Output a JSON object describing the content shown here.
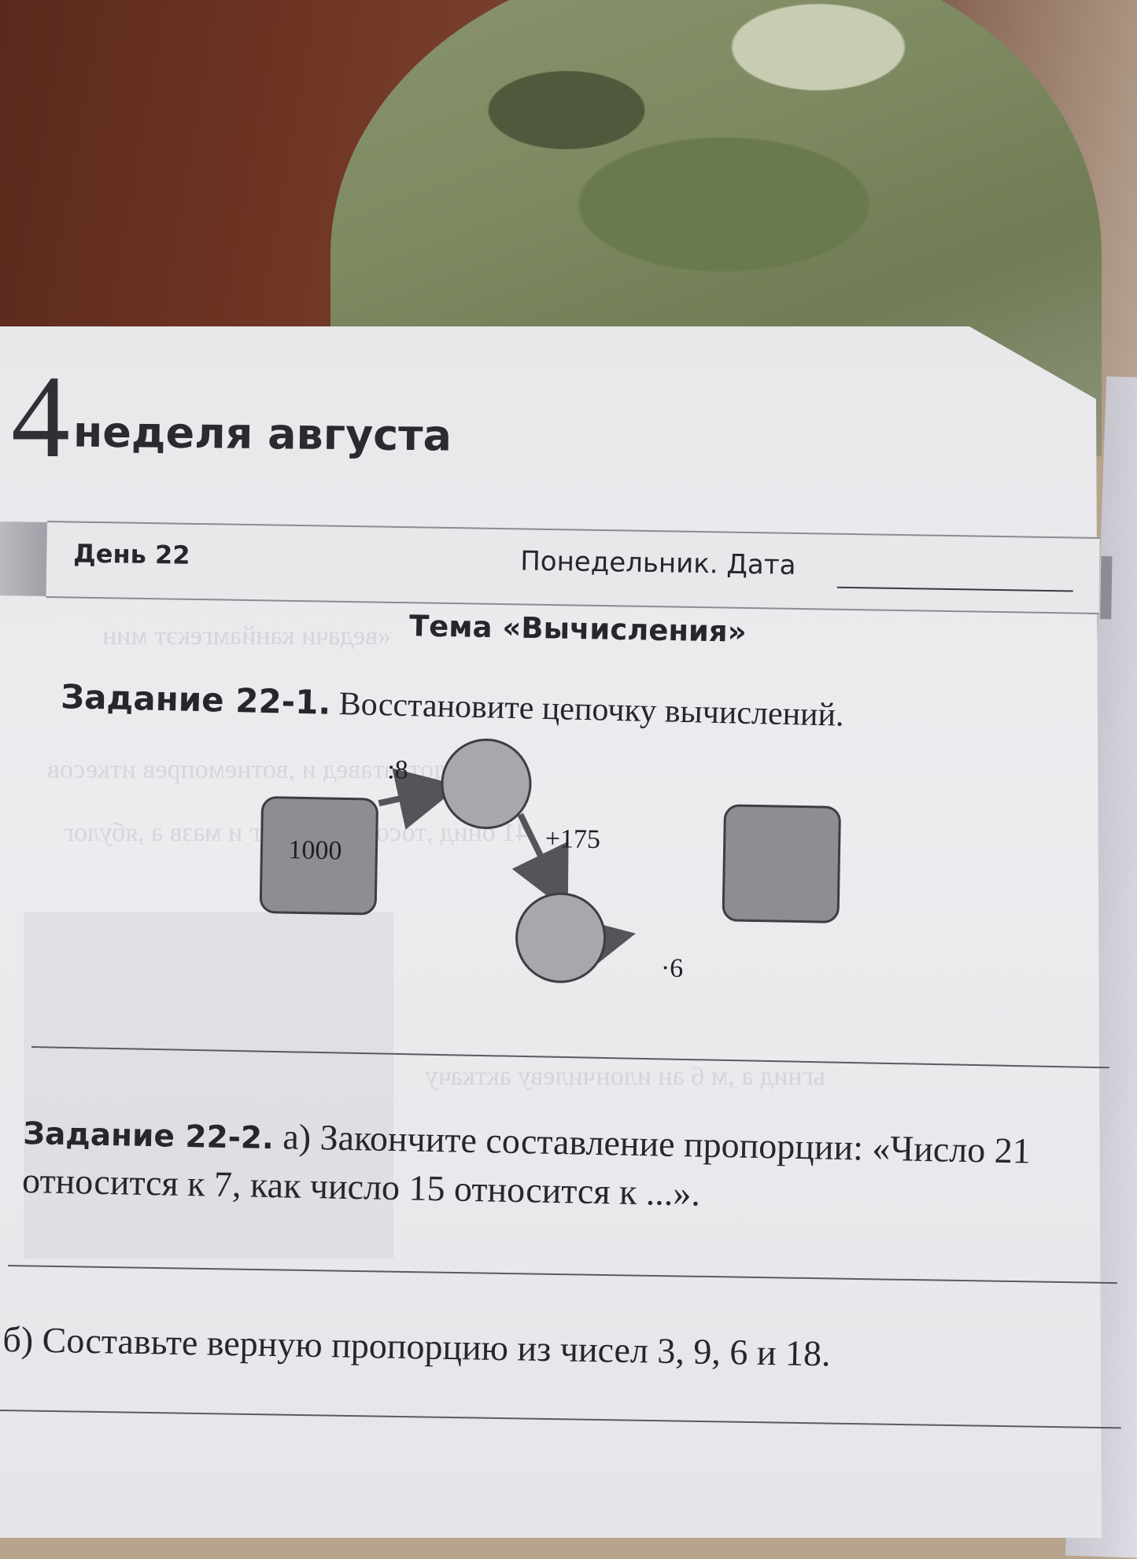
{
  "week": {
    "number": "4",
    "text": "неделя августа"
  },
  "day_bar": {
    "day": "День 22",
    "weekday_date": "Понедельник. Дата"
  },
  "topic": "Тема «Вычисления»",
  "task1": {
    "label": "Задание 22-1.",
    "text": "Восстановите цепочку вычислений.",
    "diagram": {
      "start_value": "1000",
      "op1": ":8",
      "op2": "+175",
      "op3": "·6"
    }
  },
  "task2": {
    "label": "Задание 22-2.",
    "part_a": "а) Закончите составление пропорции: «Число 21 относится к 7, как число 15 относится к ...».",
    "part_b": "б) Составьте верную пропорцию из чисел 3, 9, 6 и 18."
  },
  "colors": {
    "box_fill": "#8d8d93",
    "circle_fill": "#a7a7ad",
    "arrow": "#555559",
    "ink": "#26262c"
  }
}
